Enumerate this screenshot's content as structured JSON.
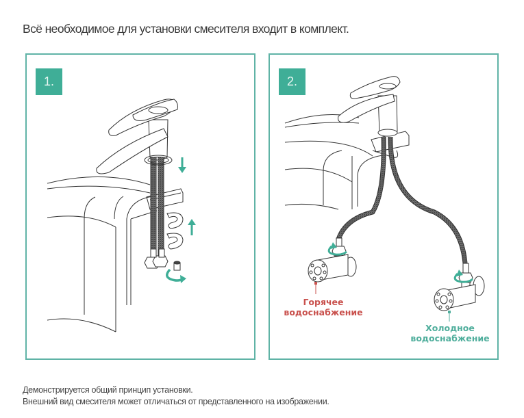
{
  "title": "Всё необходимое для установки смесителя входит в комплект.",
  "accent_color": "#3fae97",
  "border_color": "#5fb3a6",
  "panels": [
    {
      "step": "1.",
      "illustration": "faucet-installation-step-mounting",
      "icons": [
        "faucet-icon",
        "washer-icon",
        "flexible-hose-icon",
        "horseshoe-washer-icon",
        "nut-icon",
        "arrow-down-icon",
        "arrow-up-icon",
        "rotate-arrow-icon"
      ]
    },
    {
      "step": "2.",
      "illustration": "faucet-installation-step-connection",
      "labels": {
        "hot_line1": "Горячее",
        "hot_line2": "водоснабжение",
        "cold_line1": "Холодное",
        "cold_line2": "водоснабжение"
      },
      "hot_color": "#c9514d",
      "cold_color": "#4fae9c"
    }
  ],
  "footer": {
    "line1": "Демонстрируется общий принцип установки.",
    "line2": "Внешний вид смесителя может отличаться от представленного на изображении."
  }
}
